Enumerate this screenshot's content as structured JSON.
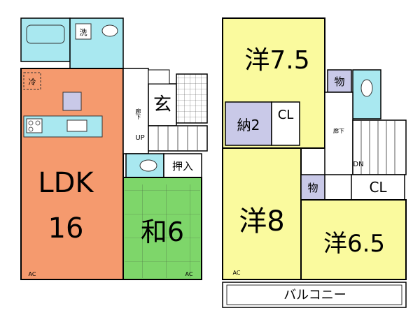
{
  "floor1": {
    "ldk": {
      "name": "LDK",
      "size": "16",
      "color": "#f59a6e"
    },
    "washitsu": {
      "name": "和6",
      "color": "#7ed66a"
    },
    "entrance": "玄",
    "oshiire": "押入",
    "corridor": "廊下",
    "stairs": "UP",
    "wash_icon": "洗",
    "fridge": "冷",
    "ac": [
      "AC",
      "AC"
    ],
    "bath_color": "#a9e8f0"
  },
  "floor2": {
    "room_75": {
      "name": "洋7.5",
      "color": "#fafa9e"
    },
    "room_8": {
      "name": "洋8",
      "color": "#fafa9e"
    },
    "room_65": {
      "name": "洋6.5",
      "color": "#fafa9e"
    },
    "nando": "納2",
    "cl_top": "CL",
    "cl_bottom": "CL",
    "mono_top": "物",
    "mono_bottom": "物",
    "corridor": "廊下",
    "stairs": "DN",
    "balcony": "バルコニー",
    "ac": "AC",
    "storage_color": "#c9c9e8"
  }
}
